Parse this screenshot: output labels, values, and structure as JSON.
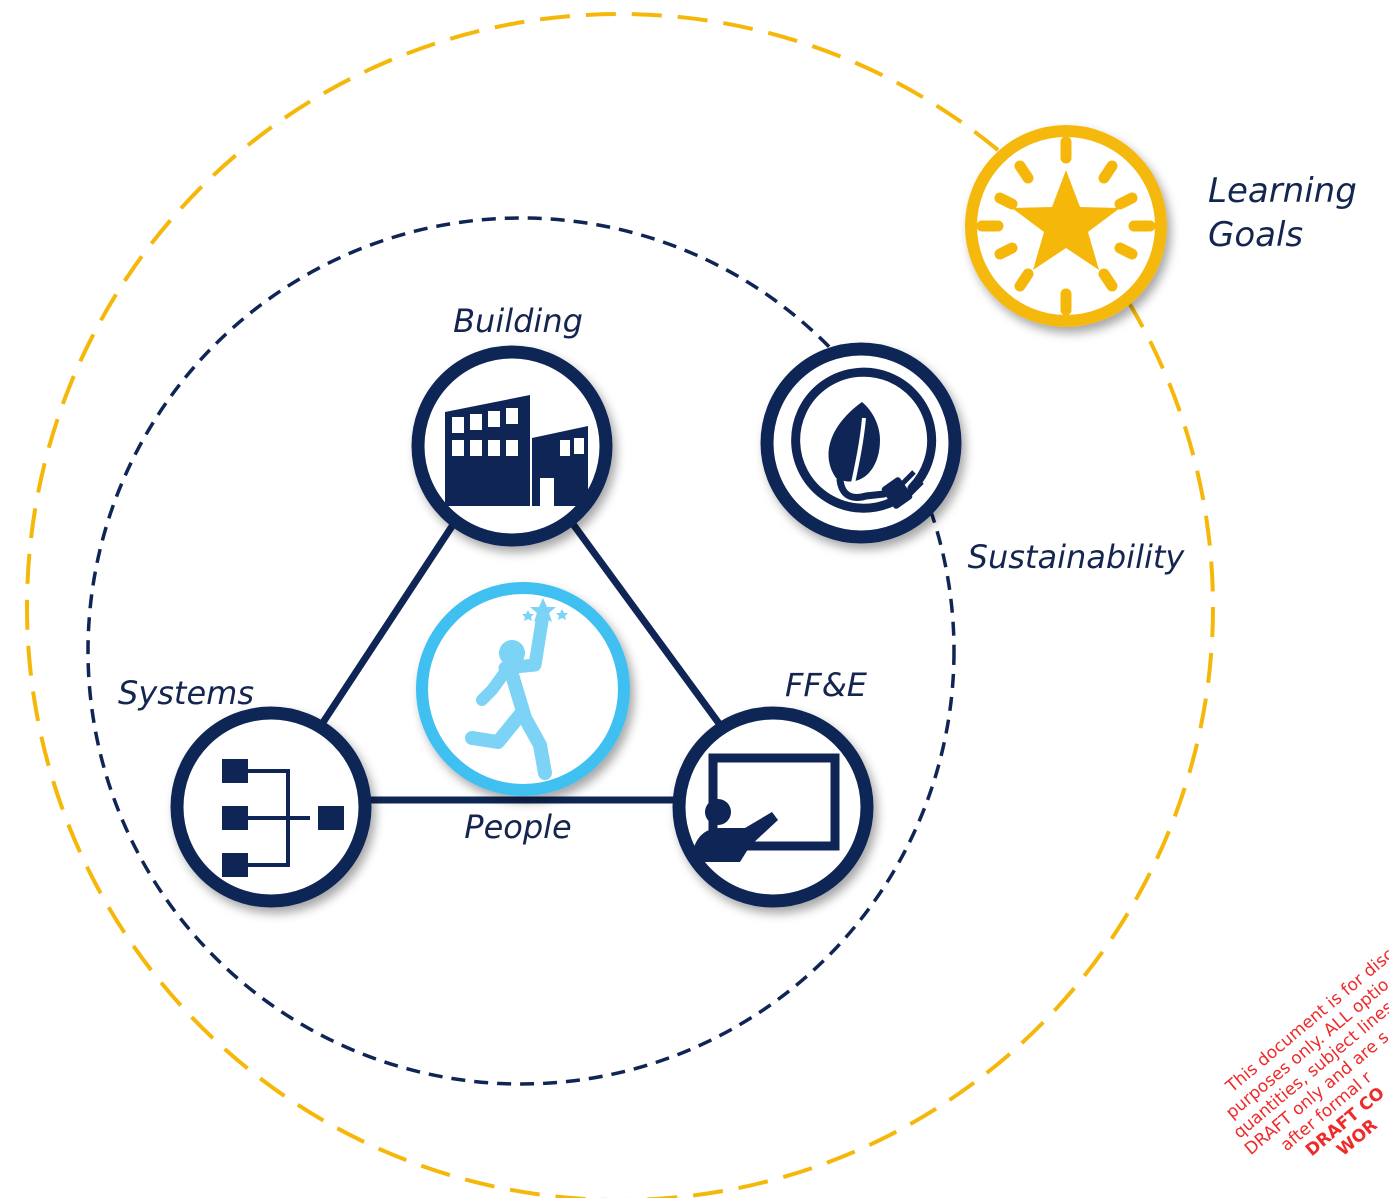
{
  "labels": {
    "learning_goals_line1": "Learning",
    "learning_goals_line2": "Goals",
    "building": "Building",
    "sustainability": "Sustainability",
    "systems": "Systems",
    "ffe": "FF&E",
    "people": "People"
  },
  "watermark": {
    "lines": [
      "This document is for disc",
      "purposes only.  ALL optio",
      "quantities, subject lines",
      "DRAFT only and are s",
      "after formal r"
    ],
    "bold_lines": [
      "DRAFT CO",
      "WOR"
    ]
  },
  "icons": {
    "learning_goals": "star-burst-icon",
    "building": "office-building-icon",
    "sustainability": "leaf-plug-icon",
    "systems": "hierarchy-flow-icon",
    "ffe": "presenter-board-icon",
    "people": "reaching-person-stars-icon"
  },
  "colors": {
    "navy": "#0f2555",
    "gold": "#f5b80a",
    "sky_blue": "#41c0f0",
    "watermark_red": "#ef2a2a"
  }
}
